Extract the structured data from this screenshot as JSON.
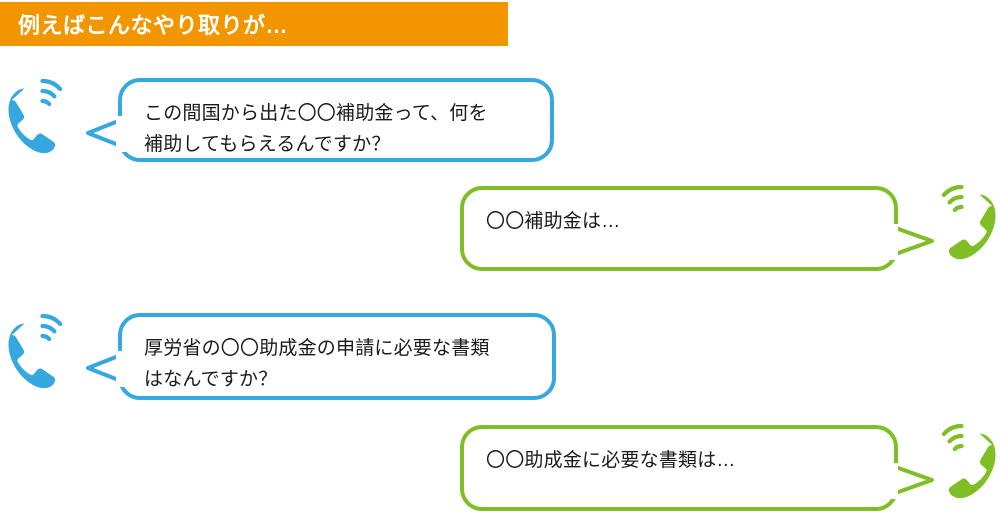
{
  "header": {
    "title": "例えばこんなやり取りが…",
    "background_color": "#F29600",
    "text_color": "#FFFFFF"
  },
  "colors": {
    "caller_blue": "#35A8E0",
    "responder_green": "#7FBE25",
    "banner_orange": "#F29600",
    "bubble_text": "#1A1A1A",
    "page_background": "#FFFFFF"
  },
  "conversation": [
    {
      "id": "q1",
      "speaker": "caller",
      "side": "left",
      "color": "#35A8E0",
      "icon": "phone-ringing-icon",
      "text": "この間国から出た〇〇補助金って、何を\n補助してもらえるんですか？"
    },
    {
      "id": "a1",
      "speaker": "responder",
      "side": "right",
      "color": "#7FBE25",
      "icon": "phone-ringing-icon",
      "text": "〇〇補助金は…"
    },
    {
      "id": "q2",
      "speaker": "caller",
      "side": "left",
      "color": "#35A8E0",
      "icon": "phone-ringing-icon",
      "text": "厚労省の〇〇助成金の申請に必要な書類\nはなんですか？"
    },
    {
      "id": "a2",
      "speaker": "responder",
      "side": "right",
      "color": "#7FBE25",
      "icon": "phone-ringing-icon",
      "text": "〇〇助成金に必要な書類は…"
    }
  ]
}
